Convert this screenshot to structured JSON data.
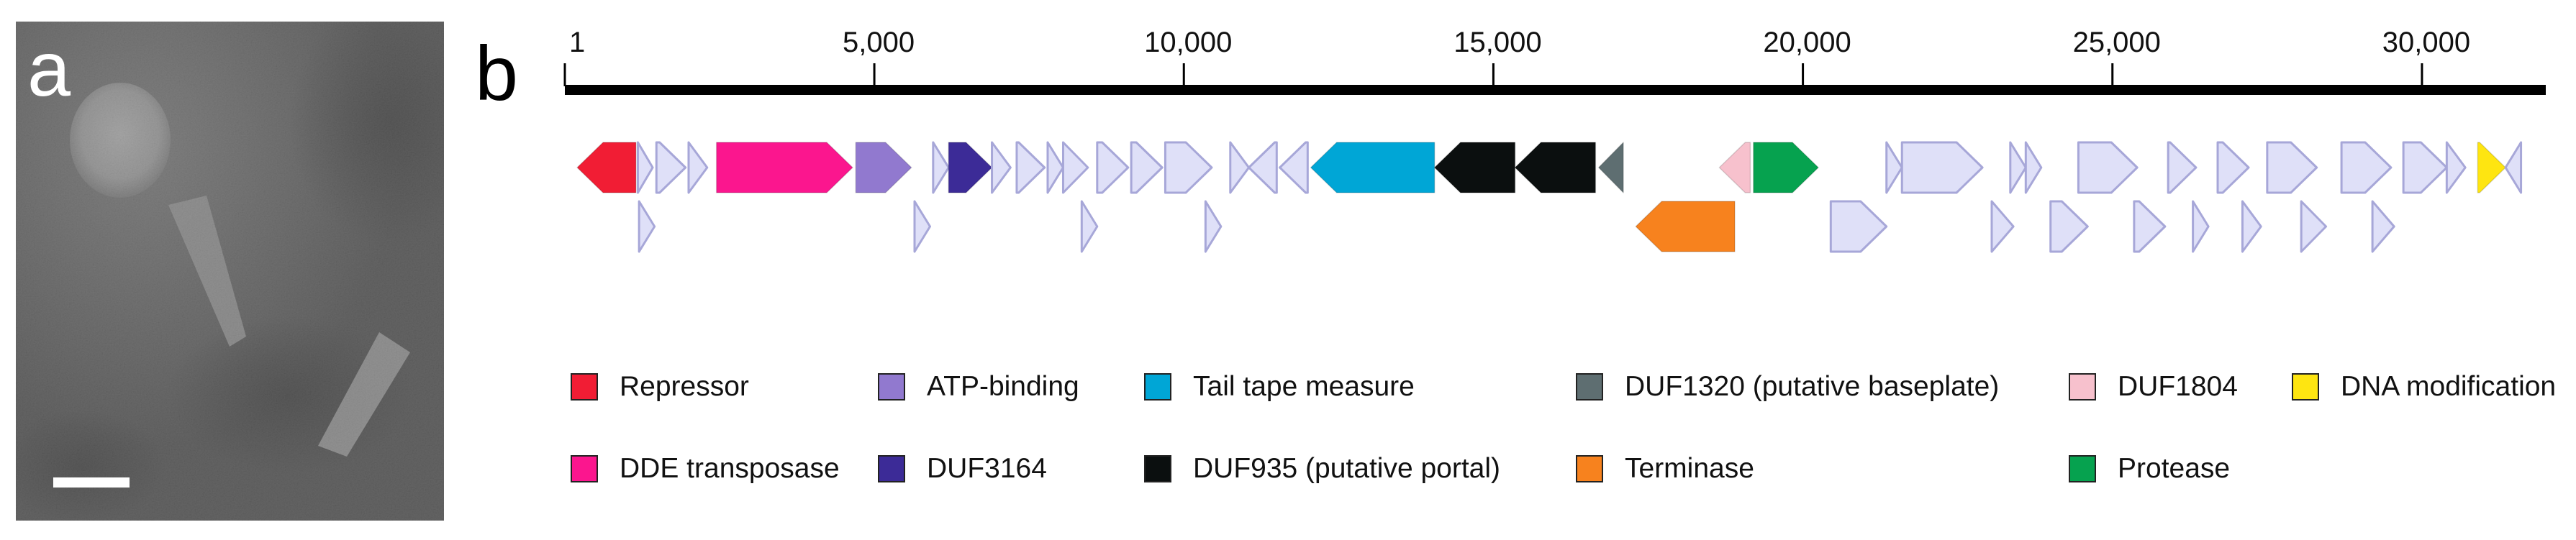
{
  "panel_a": {
    "label": "a",
    "scale_bar": "white"
  },
  "panel_b": {
    "label": "b",
    "ruler": {
      "start": 1,
      "end": 32000,
      "ticks": [
        {
          "value": 1,
          "label": "1"
        },
        {
          "value": 5000,
          "label": "5,000"
        },
        {
          "value": 10000,
          "label": "10,000"
        },
        {
          "value": 15000,
          "label": "15,000"
        },
        {
          "value": 20000,
          "label": "20,000"
        },
        {
          "value": 25000,
          "label": "25,000"
        },
        {
          "value": 30000,
          "label": "30,000"
        }
      ]
    },
    "genes": [
      {
        "start": 200,
        "end": 1150,
        "strand": "-",
        "row": 0,
        "category": "Repressor"
      },
      {
        "start": 1180,
        "end": 1420,
        "strand": "+",
        "row": 0,
        "category": "hypothetical"
      },
      {
        "start": 1480,
        "end": 1950,
        "strand": "+",
        "row": 0,
        "category": "hypothetical"
      },
      {
        "start": 2000,
        "end": 2300,
        "strand": "+",
        "row": 0,
        "category": "hypothetical"
      },
      {
        "start": 2450,
        "end": 4650,
        "strand": "+",
        "row": 0,
        "category": "DDE transposase"
      },
      {
        "start": 4700,
        "end": 5600,
        "strand": "+",
        "row": 0,
        "category": "ATP-binding"
      },
      {
        "start": 5950,
        "end": 6200,
        "strand": "+",
        "row": 0,
        "category": "hypothetical"
      },
      {
        "start": 6200,
        "end": 6900,
        "strand": "+",
        "row": 0,
        "category": "DUF3164"
      },
      {
        "start": 6900,
        "end": 7200,
        "strand": "+",
        "row": 0,
        "category": "hypothetical"
      },
      {
        "start": 7300,
        "end": 7750,
        "strand": "+",
        "row": 0,
        "category": "hypothetical"
      },
      {
        "start": 7800,
        "end": 8050,
        "strand": "+",
        "row": 0,
        "category": "hypothetical"
      },
      {
        "start": 8050,
        "end": 8450,
        "strand": "+",
        "row": 0,
        "category": "hypothetical"
      },
      {
        "start": 8600,
        "end": 9100,
        "strand": "+",
        "row": 0,
        "category": "hypothetical"
      },
      {
        "start": 9150,
        "end": 9650,
        "strand": "+",
        "row": 0,
        "category": "hypothetical"
      },
      {
        "start": 9700,
        "end": 10450,
        "strand": "+",
        "row": 0,
        "category": "hypothetical"
      },
      {
        "start": 10750,
        "end": 11050,
        "strand": "+",
        "row": 0,
        "category": "hypothetical"
      },
      {
        "start": 11050,
        "end": 11500,
        "strand": "-",
        "row": 0,
        "category": "hypothetical"
      },
      {
        "start": 11550,
        "end": 12000,
        "strand": "-",
        "row": 0,
        "category": "hypothetical"
      },
      {
        "start": 12050,
        "end": 14050,
        "strand": "-",
        "row": 0,
        "category": "Tail tape measure"
      },
      {
        "start": 14050,
        "end": 15350,
        "strand": "-",
        "row": 0,
        "category": "DUF935 (putative portal)"
      },
      {
        "start": 15350,
        "end": 16650,
        "strand": "-",
        "row": 0,
        "category": "DUF935 (putative portal)"
      },
      {
        "start": 16700,
        "end": 17100,
        "strand": "-",
        "row": 0,
        "category": "DUF1320 (putative baseplate)"
      },
      {
        "start": 18650,
        "end": 19150,
        "strand": "-",
        "row": 0,
        "category": "DUF1804"
      },
      {
        "start": 19200,
        "end": 20250,
        "strand": "+",
        "row": 0,
        "category": "Protease"
      },
      {
        "start": 21350,
        "end": 21600,
        "strand": "+",
        "row": 0,
        "category": "hypothetical"
      },
      {
        "start": 21600,
        "end": 22900,
        "strand": "+",
        "row": 0,
        "category": "hypothetical"
      },
      {
        "start": 23350,
        "end": 23600,
        "strand": "+",
        "row": 0,
        "category": "hypothetical"
      },
      {
        "start": 23600,
        "end": 23850,
        "strand": "+",
        "row": 0,
        "category": "hypothetical"
      },
      {
        "start": 24450,
        "end": 25400,
        "strand": "+",
        "row": 0,
        "category": "hypothetical"
      },
      {
        "start": 25900,
        "end": 26350,
        "strand": "+",
        "row": 0,
        "category": "hypothetical"
      },
      {
        "start": 26700,
        "end": 27200,
        "strand": "+",
        "row": 0,
        "category": "hypothetical"
      },
      {
        "start": 27500,
        "end": 28300,
        "strand": "+",
        "row": 0,
        "category": "hypothetical"
      },
      {
        "start": 28700,
        "end": 29500,
        "strand": "+",
        "row": 0,
        "category": "hypothetical"
      },
      {
        "start": 29700,
        "end": 30400,
        "strand": "+",
        "row": 0,
        "category": "hypothetical"
      },
      {
        "start": 30400,
        "end": 30700,
        "strand": "+",
        "row": 0,
        "category": "hypothetical"
      },
      {
        "start": 30900,
        "end": 31350,
        "strand": "+",
        "row": 0,
        "category": "DNA modification"
      },
      {
        "start": 31350,
        "end": 31600,
        "strand": "-",
        "row": 0,
        "category": "hypothetical"
      },
      {
        "start": 1200,
        "end": 1450,
        "strand": "+",
        "row": 1,
        "category": "hypothetical"
      },
      {
        "start": 5650,
        "end": 5900,
        "strand": "+",
        "row": 1,
        "category": "hypothetical"
      },
      {
        "start": 8350,
        "end": 8600,
        "strand": "+",
        "row": 1,
        "category": "hypothetical"
      },
      {
        "start": 10350,
        "end": 10600,
        "strand": "+",
        "row": 1,
        "category": "hypothetical"
      },
      {
        "start": 17300,
        "end": 18900,
        "strand": "-",
        "row": 1,
        "category": "Terminase"
      },
      {
        "start": 20450,
        "end": 21350,
        "strand": "+",
        "row": 1,
        "category": "hypothetical"
      },
      {
        "start": 23050,
        "end": 23400,
        "strand": "+",
        "row": 1,
        "category": "hypothetical"
      },
      {
        "start": 24000,
        "end": 24600,
        "strand": "+",
        "row": 1,
        "category": "hypothetical"
      },
      {
        "start": 25350,
        "end": 25850,
        "strand": "+",
        "row": 1,
        "category": "hypothetical"
      },
      {
        "start": 26300,
        "end": 26550,
        "strand": "+",
        "row": 1,
        "category": "hypothetical"
      },
      {
        "start": 27100,
        "end": 27400,
        "strand": "+",
        "row": 1,
        "category": "hypothetical"
      },
      {
        "start": 28050,
        "end": 28450,
        "strand": "+",
        "row": 1,
        "category": "hypothetical"
      },
      {
        "start": 29200,
        "end": 29550,
        "strand": "+",
        "row": 1,
        "category": "hypothetical"
      }
    ],
    "colors": {
      "hypothetical": "#dfe0f8",
      "hypothetical_stroke": "#a7a7d8",
      "Repressor": "#f11d34",
      "DDE transposase": "#fb168e",
      "ATP-binding": "#9179cf",
      "DUF3164": "#3c2b97",
      "Tail tape measure": "#00a6d6",
      "DUF935 (putative portal)": "#0b0f0f",
      "DUF1320 (putative baseplate)": "#5e6e71",
      "Terminase": "#f7821e",
      "DUF1804": "#f7c1cd",
      "Protease": "#06a24f",
      "DNA modification": "#fee511"
    },
    "legend": [
      {
        "label": "Repressor",
        "color": "#f11d34"
      },
      {
        "label": "DDE transposase",
        "color": "#fb168e"
      },
      {
        "label": "ATP-binding",
        "color": "#9179cf"
      },
      {
        "label": "DUF3164",
        "color": "#3c2b97"
      },
      {
        "label": "Tail tape measure",
        "color": "#00a6d6"
      },
      {
        "label": "DUF935 (putative portal)",
        "color": "#0b0f0f"
      },
      {
        "label": "DUF1320 (putative baseplate)",
        "color": "#5e6e71"
      },
      {
        "label": "Terminase",
        "color": "#f7821e"
      },
      {
        "label": "DUF1804",
        "color": "#f7c1cd"
      },
      {
        "label": "Protease",
        "color": "#06a24f"
      },
      {
        "label": "DNA modification",
        "color": "#fee511"
      }
    ]
  }
}
